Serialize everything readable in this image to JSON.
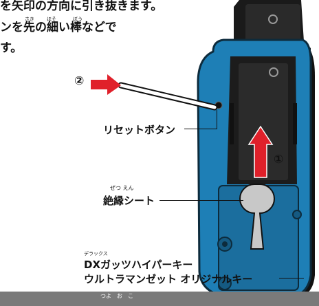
{
  "instructions": {
    "line1": "を矢印の方向に引き抜きます。",
    "line2": "ンを先の細い棒などで",
    "line3": "す。",
    "ruby_saki": "さき",
    "ruby_hoso": "ほそ",
    "ruby_bou": "ぼう"
  },
  "markers": {
    "step2": "②",
    "step1": "①"
  },
  "labels": {
    "reset_button": "リセットボタン",
    "insulation_sheet": "絶縁シート",
    "insulation_ruby": "ぜつ えん",
    "key_line1": "DXガッツハイパーキー",
    "key_line2": "ウルトラマンゼット オリジナルキー",
    "dx_ruby": "デラックス"
  },
  "bottom_bar": {
    "ruby_text": "つよ　お　こ"
  },
  "colors": {
    "device_blue": "#1e7fb6",
    "device_dark": "#111111",
    "arrow_red": "#e0202a",
    "sheet_gray": "#b0b0b0",
    "bar_gray": "#7a7a7a"
  }
}
